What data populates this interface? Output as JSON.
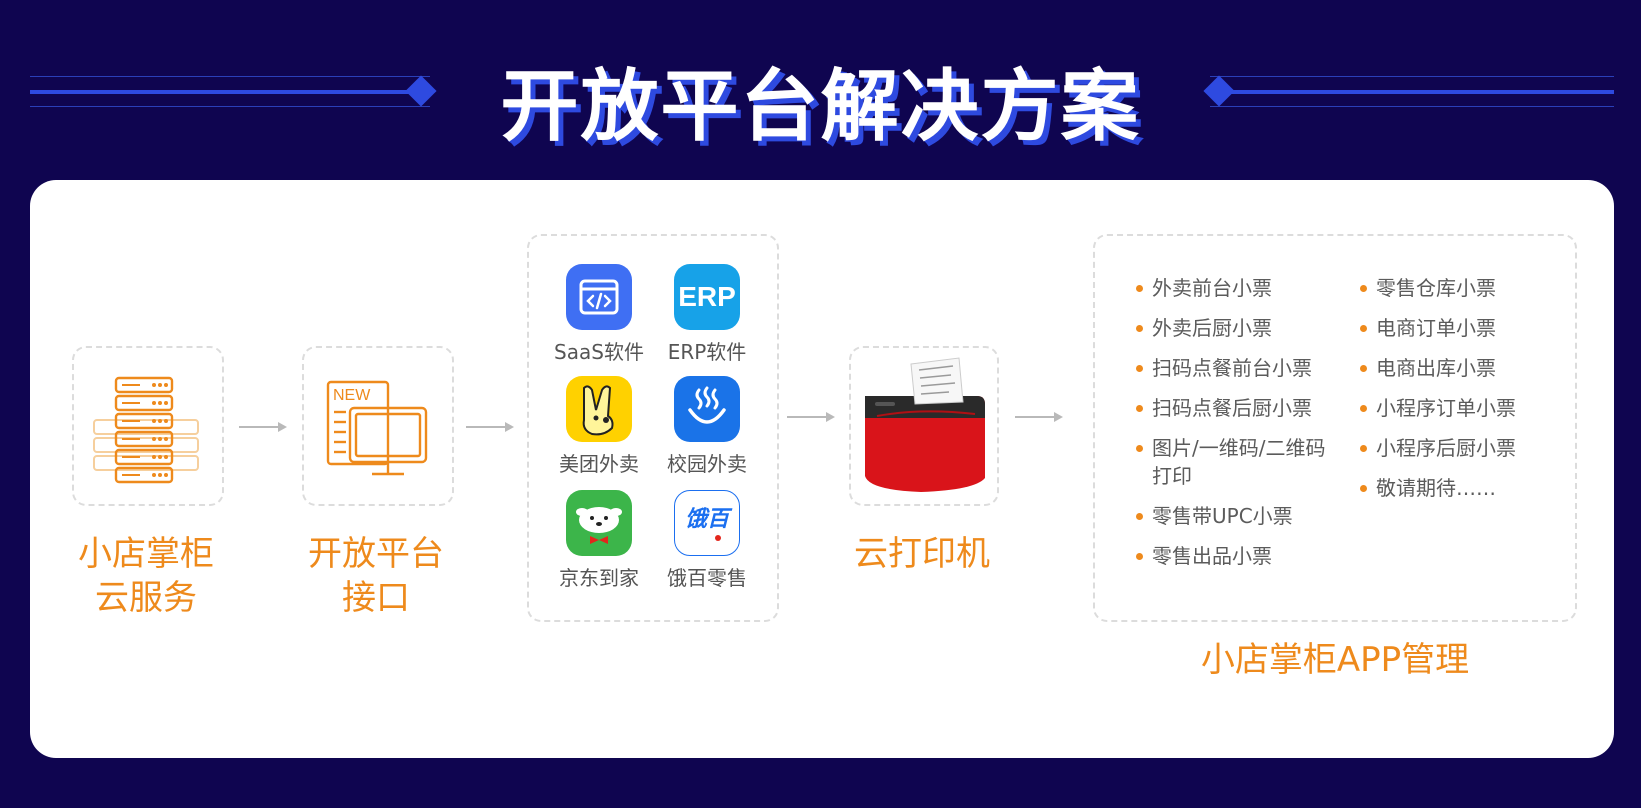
{
  "title": "开放平台解决方案",
  "nodes": {
    "cloud_service": "小店掌柜\n云服务",
    "open_api": "开放平台\n接口",
    "cloud_printer": "云打印机",
    "app_manage": "小店掌柜APP管理"
  },
  "new_badge": "NEW",
  "apps": [
    {
      "name": "SaaS软件",
      "icon": "code-window-icon",
      "color": "#3f6ff3"
    },
    {
      "name": "ERP软件",
      "icon": "erp-icon",
      "color": "#17a2e8",
      "icon_text": "ERP"
    },
    {
      "name": "美团外卖",
      "icon": "meituan-kangaroo-icon",
      "color": "#ffd100"
    },
    {
      "name": "校园外卖",
      "icon": "steam-bowl-icon",
      "color": "#1a73e8"
    },
    {
      "name": "京东到家",
      "icon": "jd-dog-icon",
      "color": "#3cb54a"
    },
    {
      "name": "饿百零售",
      "icon": "ebai-cart-icon",
      "color": "#1b6ff0",
      "icon_text": "饿百"
    }
  ],
  "tickets_col1": [
    "外卖前台小票",
    "外卖后厨小票",
    "扫码点餐前台小票",
    "扫码点餐后厨小票",
    "图片/一维码/二维码打印",
    "零售带UPC小票",
    "零售出品小票"
  ],
  "tickets_col2": [
    "零售仓库小票",
    "电商订单小票",
    "电商出库小票",
    "小程序订单小票",
    "小程序后厨小票",
    "敬请期待……"
  ],
  "colors": {
    "background": "#0f0550",
    "accent": "#ee8a1c",
    "blue": "#2e4ae0"
  }
}
